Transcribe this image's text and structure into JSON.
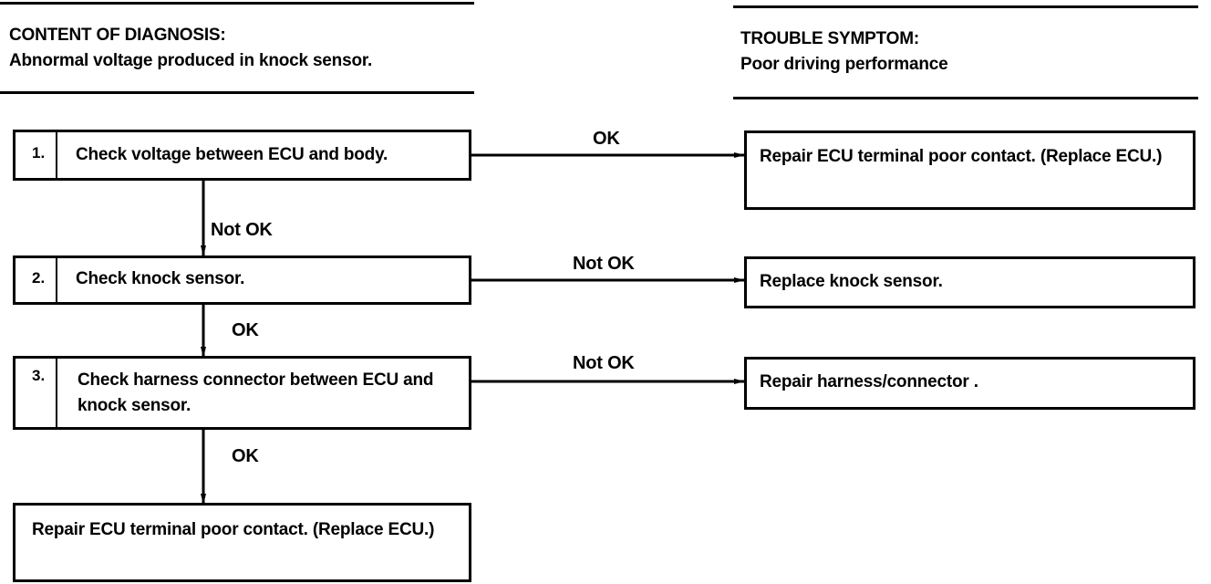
{
  "header": {
    "left_title": "CONTENT OF DIAGNOSIS:",
    "left_desc": "Abnormal voltage produced in knock sensor.",
    "right_title": "TROUBLE SYMPTOM:",
    "right_desc": "Poor driving performance"
  },
  "steps": [
    {
      "num": "1.",
      "text": "Check voltage between ECU and body."
    },
    {
      "num": "2.",
      "text": "Check knock sensor."
    },
    {
      "num": "3.",
      "text": "Check harness connector between ECU and knock sensor."
    }
  ],
  "outcomes": {
    "step1_ok": "Repair ECU terminal poor contact. (Replace ECU.)",
    "step2_not_ok": "Replace knock sensor.",
    "step3_not_ok": "Repair harness/connector .",
    "final": "Repair ECU terminal poor contact. (Replace ECU.)"
  },
  "labels": {
    "step1_right": "OK",
    "step1_down": "Not OK",
    "step2_right": "Not OK",
    "step2_down": "OK",
    "step3_right": "Not OK",
    "step3_down": "OK"
  }
}
